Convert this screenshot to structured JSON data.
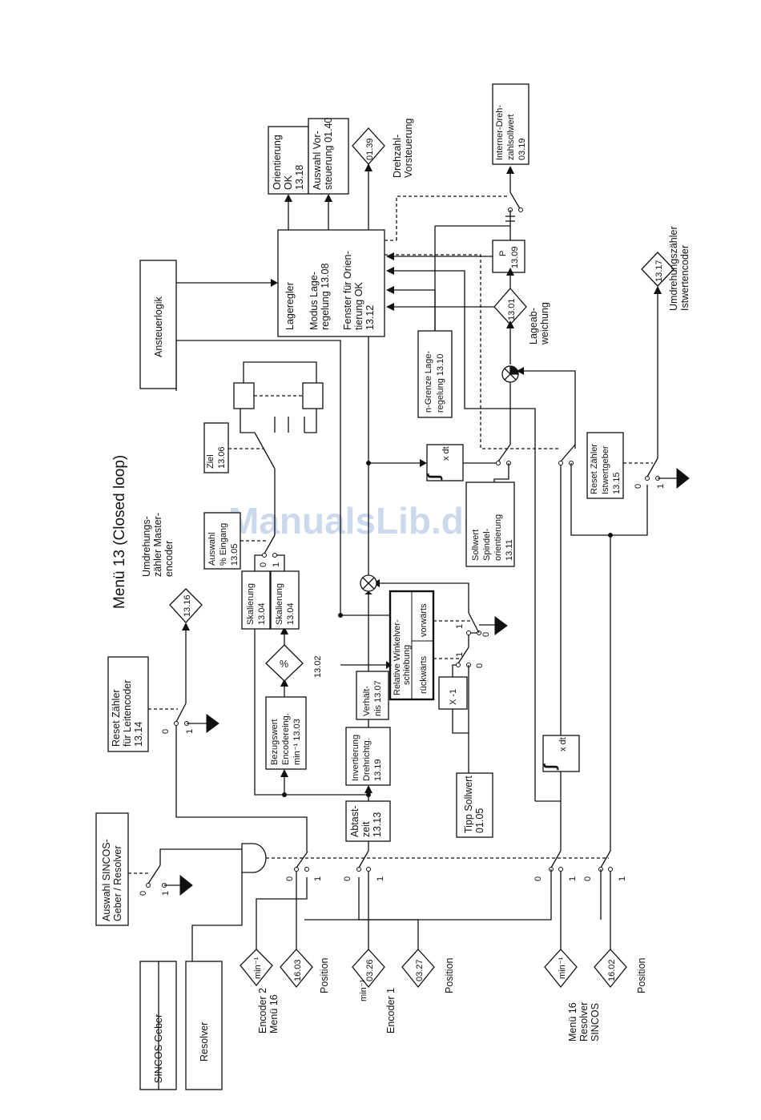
{
  "title": "Menü 13 (Closed loop)",
  "watermark": "ManualsLib.de",
  "sources": {
    "sincos_geber": "SINCOS Geber",
    "resolver": "Resolver"
  },
  "inputs": {
    "encoder2": {
      "rpm": "min⁻¹",
      "param": "16.03",
      "label1": "Encoder 2",
      "label2": "Menü 16",
      "pos": "Position"
    },
    "encoder1": {
      "rpm": "min⁻¹",
      "param1": "03.26",
      "param2": "03.27",
      "label": "Encoder 1",
      "pos": "Position"
    },
    "resolver_sincos": {
      "rpm": "min⁻¹",
      "param": "16.02",
      "label1": "Menü 16",
      "label2": "Resolver",
      "label3": "SINCOS",
      "pos": "Position"
    }
  },
  "blocks": {
    "auswahl_sincos": [
      "Auswahl SINCOS-",
      "Geber / Resolver"
    ],
    "reset_leitencoder": [
      "Reset Zähler",
      "für Leitencoder",
      "13.14"
    ],
    "master_counter": [
      "Umdrehungs-",
      "zähler Master-",
      "encoder"
    ],
    "bezugswert": [
      "Bezugswert",
      "Encodereing.",
      "min⁻¹ 13.03"
    ],
    "skalierung": [
      "Skalierung",
      "13.04"
    ],
    "auswahl_eingang": [
      "Auswahl",
      "% Eingang",
      "13.05"
    ],
    "ziel": [
      "Ziel",
      "13.06"
    ],
    "abtastzeit": [
      "Abtast-",
      "zeit",
      "13.13"
    ],
    "invertierung": [
      "Invertierung",
      "Drehrichtg.",
      "13.19"
    ],
    "verhaeltnis": [
      "Verhält-",
      "nis 13.07"
    ],
    "relative": [
      "Relative Winkelver-",
      "schiebung"
    ],
    "rueckwaerts": "rückwärts",
    "vorwaerts": "vorwärts",
    "x_minus_1": "X -1",
    "tipp_sollwert": [
      "Tipp Sollwert",
      "01.05"
    ],
    "ansteuerlogik": "Ansteuerlogik",
    "lageregler": [
      "Lageregler",
      "Modus Lage-",
      "regelung 13.08",
      "Fenster für Orien-",
      "tierung OK",
      "13.12"
    ],
    "orientierung_ok": [
      "Orientierung",
      "OK",
      "13.18"
    ],
    "auswahl_vorsteuerung": [
      "Auswahl Vor-",
      "steuerung 01.40"
    ],
    "drehzahl_vorsteuerung": [
      "Drehzahl-",
      "Vorsteuerung"
    ],
    "interner_drehzahl": [
      "Interner-Dreh-",
      "zahlsollwert",
      "03.19"
    ],
    "p_block": [
      "P",
      "13.09"
    ],
    "lageabweichung": [
      "Lageab-",
      "weichung"
    ],
    "n_grenze": [
      "n-Grenze Lage-",
      "regelung 13.10"
    ],
    "integrator": "x dt",
    "sollwert_spindel": [
      "Sollwert",
      "Spindel-",
      "orientierung",
      "13.11"
    ],
    "reset_istwert": [
      "Reset Zähler",
      "Istwertgeber",
      "13.15"
    ],
    "umdrehungszaehler_ist": [
      "Umdrehungszähler",
      "Istwertencoder"
    ]
  },
  "params": {
    "p1302": "13.02",
    "p1316": "13.16",
    "p0139": "01.39",
    "p1301": "13.01",
    "p1317": "13.17"
  },
  "switch_labels": {
    "zero": "0",
    "one": "1"
  },
  "symbols": {
    "percent": "%",
    "integral": "∫"
  }
}
